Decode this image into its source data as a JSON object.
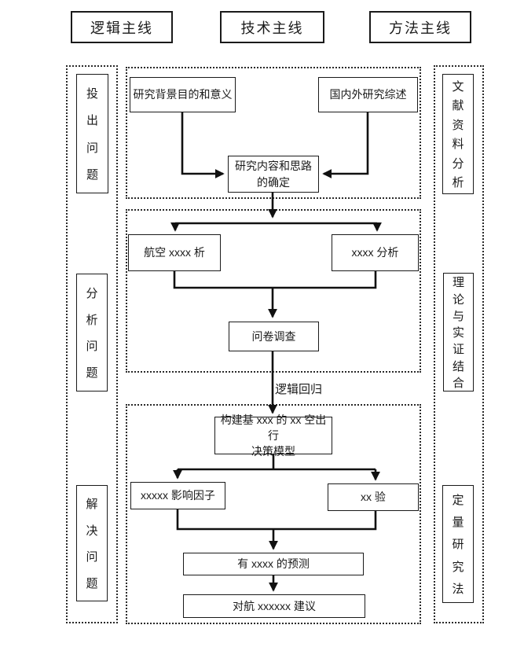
{
  "header": {
    "items": [
      {
        "label": "逻辑主线"
      },
      {
        "label": "技术主线"
      },
      {
        "label": "方法主线"
      }
    ]
  },
  "left_rail": {
    "items": [
      {
        "label": "投出问题"
      },
      {
        "label": "分析问题"
      },
      {
        "label": "解决问题"
      }
    ]
  },
  "right_rail": {
    "items": [
      {
        "label": "文献资料分析"
      },
      {
        "label": "理论与实证结合"
      },
      {
        "label": "定量研究法"
      }
    ]
  },
  "flow": {
    "section1": {
      "background_box": "研究背景目的和意义",
      "review_box": "国内外研究综述",
      "content_line1": "研究内容和思路",
      "content_line2": "的确定"
    },
    "section2": {
      "left_box": "航空 xxxx 析",
      "right_box": "xxxx 分析",
      "survey_box": "问卷调查",
      "edge_label": "逻辑回归"
    },
    "section3": {
      "model_line1": "构建基 xxx 的 xx 空出行",
      "model_line2": "决策模型",
      "factors_box": "xxxxx 影响因子",
      "test_box": "xx 验",
      "predict_box": "有 xxxx 的预测",
      "suggest_box": "对航 xxxxxx 建议"
    }
  },
  "colors": {
    "line": "#1a1a1a",
    "background": "#ffffff"
  }
}
